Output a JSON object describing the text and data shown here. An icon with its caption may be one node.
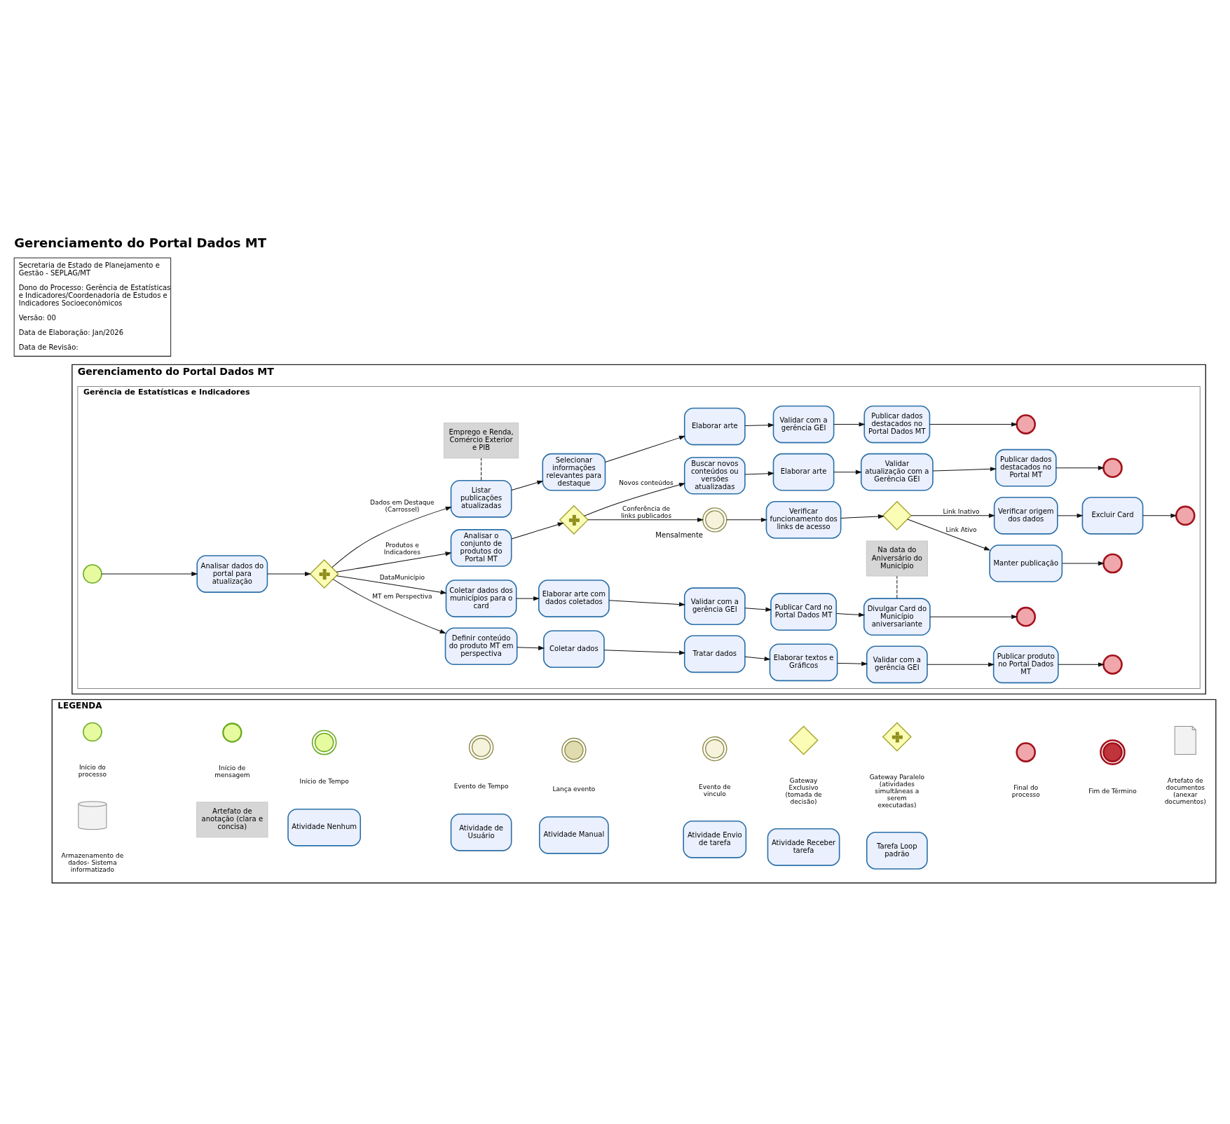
{
  "diagram": {
    "title": "Gerenciamento do Portal Dados MT",
    "nodes": [
      {
        "text": [
          "Gerenciamento do Portal Dados MT"
        ]
      },
      {
        "text": [
          "Gerência de Estatísticas e Indicadores"
        ],
        "in": 0
      },
      {
        "text": [],
        "shape": "circle",
        "in": 1
      },
      {
        "text": [
          "Analisar dados do portal para atualização"
        ],
        "in": 1
      },
      {
        "text": [],
        "shape": "diamond",
        "in": 1
      },
      {
        "text": [
          "Emprego e Renda, Comércio Exterior e PIB"
        ],
        "in": 1
      },
      {
        "text": [
          "Listar publicações atualizadas"
        ],
        "in": 1
      },
      {
        "text": [
          "Selecionar informações relevantes para destaque"
        ],
        "in": 1
      },
      {
        "text": [
          "Elaborar arte"
        ],
        "in": 1
      },
      {
        "text": [
          "Validar com a gerência GEI"
        ],
        "in": 1
      },
      {
        "text": [
          "Publicar dados destacados no Portal Dados MT"
        ],
        "in": 1
      },
      {
        "text": [],
        "shape": "circle",
        "in": 1
      },
      {
        "text": [
          "Analisar o conjunto de produtos do Portal MT"
        ],
        "in": 1
      },
      {
        "text": [],
        "shape": "diamond",
        "in": 1
      },
      {
        "text": [
          "Buscar novos conteúdos ou versões atualizadas"
        ],
        "in": 1
      },
      {
        "text": [
          "Elaborar arte"
        ],
        "in": 1
      },
      {
        "text": [
          "Validar atualização com a Gerência GEI"
        ],
        "in": 1
      },
      {
        "text": [
          "Publicar dados destacados no Portal MT"
        ],
        "in": 1
      },
      {
        "text": [],
        "shape": "circle",
        "in": 1
      },
      {
        "text": [],
        "shape": "circle",
        "beside": [
          "Mensalmente"
        ],
        "in": 1
      },
      {
        "text": [
          "Verificar funcionamento dos links de acesso"
        ],
        "in": 1
      },
      {
        "text": [],
        "shape": "diamond",
        "in": 1
      },
      {
        "text": [
          "Verificar origem dos dados"
        ],
        "in": 1
      },
      {
        "text": [
          "Excluir Card"
        ],
        "in": 1
      },
      {
        "text": [],
        "shape": "circle",
        "in": 1
      },
      {
        "text": [
          "Manter publicação"
        ],
        "in": 1
      },
      {
        "text": [],
        "shape": "circle",
        "in": 1
      },
      {
        "text": [
          "Coletar dados dos municípios para o card"
        ],
        "in": 1
      },
      {
        "text": [
          "Elaborar arte com dados coletados"
        ],
        "in": 1
      },
      {
        "text": [
          "Validar com a gerência GEI"
        ],
        "in": 1
      },
      {
        "text": [
          "Publicar Card no Portal Dados MT"
        ],
        "in": 1
      },
      {
        "text": [
          "Na data do Aniversário do Município"
        ],
        "in": 1
      },
      {
        "text": [
          "Divulgar Card do Município aniversariante"
        ],
        "in": 1
      },
      {
        "text": [],
        "shape": "circle",
        "in": 1
      },
      {
        "text": [
          "Definir conteúdo do produto MT em perspectiva"
        ],
        "in": 1
      },
      {
        "text": [
          "Coletar dados"
        ],
        "in": 1
      },
      {
        "text": [
          "Tratar dados"
        ],
        "in": 1
      },
      {
        "text": [
          "Elaborar textos e Gráficos"
        ],
        "in": 1
      },
      {
        "text": [
          "Validar com a gerência GEI"
        ],
        "in": 1
      },
      {
        "text": [
          "Publicar produto no Portal Dados MT"
        ],
        "in": 1
      },
      {
        "text": [],
        "shape": "circle",
        "in": 1
      },
      {
        "text": [
          "LEGENDA"
        ]
      },
      {
        "text": [],
        "shape": "circle",
        "in": 41
      },
      {
        "text": [],
        "shape": "circle",
        "in": 41
      },
      {
        "text": [],
        "shape": "circle",
        "in": 41
      },
      {
        "text": [],
        "shape": "circle",
        "in": 41
      },
      {
        "text": [],
        "shape": "circle",
        "in": 41
      },
      {
        "text": [],
        "shape": "circle",
        "in": 41
      },
      {
        "text": [],
        "shape": "diamond",
        "in": 41
      },
      {
        "text": [],
        "shape": "diamond",
        "in": 41
      },
      {
        "text": [],
        "shape": "circle",
        "in": 41
      },
      {
        "text": [],
        "shape": "circle",
        "in": 41
      },
      {
        "text": [],
        "shape": "document",
        "in": 41
      },
      {
        "text": [],
        "shape": "cylinder",
        "in": 41
      },
      {
        "text": [
          "Artefato de anotação (clara e concisa)"
        ],
        "in": 41
      },
      {
        "text": [
          "Atividade Nenhum"
        ],
        "in": 41
      },
      {
        "text": [
          "Atividade de Usuário"
        ],
        "in": 41
      },
      {
        "text": [
          "Atividade Manual"
        ],
        "in": 41
      },
      {
        "text": [
          "Atividade Envio de tarefa"
        ],
        "in": 41
      },
      {
        "text": [
          "Atividade Receber tarefa"
        ],
        "in": 41
      },
      {
        "text": [
          "Tarefa Loop padrão"
        ],
        "in": 41
      }
    ],
    "edges": [
      {
        "from": 2,
        "to": 3,
        "arrow": "to"
      },
      {
        "from": 3,
        "to": 4,
        "arrow": "to"
      },
      {
        "from": 4,
        "to": 6,
        "arrow": "to",
        "label": "Dados em Destaque (Carrossel)"
      },
      {
        "from": 4,
        "to": 12,
        "arrow": "to",
        "label": "Produtos e Indicadores"
      },
      {
        "from": 4,
        "to": 27,
        "arrow": "to",
        "label": "DataMunicípio"
      },
      {
        "from": 4,
        "to": 34,
        "arrow": "to",
        "label": "MT em Perspectiva"
      },
      {
        "from": 6,
        "to": 5,
        "arrow": "none",
        "style": "dashed"
      },
      {
        "from": 6,
        "to": 7,
        "arrow": "to"
      },
      {
        "from": 7,
        "to": 8,
        "arrow": "to"
      },
      {
        "from": 8,
        "to": 9,
        "arrow": "to"
      },
      {
        "from": 9,
        "to": 10,
        "arrow": "to"
      },
      {
        "from": 10,
        "to": 11,
        "arrow": "to"
      },
      {
        "from": 12,
        "to": 13,
        "arrow": "to"
      },
      {
        "from": 13,
        "to": 14,
        "arrow": "to",
        "label": "Novos conteúdos"
      },
      {
        "from": 13,
        "to": 19,
        "arrow": "to",
        "label": "Conferência de links publicados"
      },
      {
        "from": 14,
        "to": 15,
        "arrow": "to"
      },
      {
        "from": 15,
        "to": 16,
        "arrow": "to"
      },
      {
        "from": 16,
        "to": 17,
        "arrow": "to"
      },
      {
        "from": 17,
        "to": 18,
        "arrow": "to"
      },
      {
        "from": 19,
        "to": 20,
        "arrow": "to"
      },
      {
        "from": 20,
        "to": 21,
        "arrow": "to"
      },
      {
        "from": 21,
        "to": 22,
        "arrow": "to",
        "label": "Link Inativo"
      },
      {
        "from": 21,
        "to": 25,
        "arrow": "to",
        "label": "Link Ativo"
      },
      {
        "from": 22,
        "to": 23,
        "arrow": "to"
      },
      {
        "from": 23,
        "to": 24,
        "arrow": "to"
      },
      {
        "from": 25,
        "to": 26,
        "arrow": "to"
      },
      {
        "from": 27,
        "to": 28,
        "arrow": "to"
      },
      {
        "from": 28,
        "to": 29,
        "arrow": "to"
      },
      {
        "from": 29,
        "to": 30,
        "arrow": "to"
      },
      {
        "from": 30,
        "to": 32,
        "arrow": "to"
      },
      {
        "from": 32,
        "to": 31,
        "arrow": "none",
        "style": "dashed"
      },
      {
        "from": 32,
        "to": 33,
        "arrow": "to"
      },
      {
        "from": 34,
        "to": 35,
        "arrow": "to"
      },
      {
        "from": 35,
        "to": 36,
        "arrow": "to"
      },
      {
        "from": 36,
        "to": 37,
        "arrow": "to"
      },
      {
        "from": 37,
        "to": 38,
        "arrow": "to"
      },
      {
        "from": 38,
        "to": 39,
        "arrow": "to"
      },
      {
        "from": 39,
        "to": 40,
        "arrow": "to"
      }
    ],
    "labels": [
      "Secretaria de Estado de Planejamento e Gestão - SEPLAG/MT",
      "Dono do Processo: Gerência de Estatísticas e Indicadores/Coordenadoria de Estudos e Indicadores Socioeconômicos",
      "Versão: 00",
      "Data de Elaboração: Jan/2026",
      "Data de Revisão:"
    ],
    "legend": [
      {
        "text": "Início do processo"
      },
      {
        "text": "Início de mensagem"
      },
      {
        "text": "Início de Tempo"
      },
      {
        "text": "Evento de Tempo"
      },
      {
        "text": "Lança evento"
      },
      {
        "text": "Evento de vinculo"
      },
      {
        "text": "Gateway Exclusivo (tomada de decisão)"
      },
      {
        "text": "Gateway Paralelo (atividades simultâneas a serem executadas)"
      },
      {
        "text": "Final do processo"
      },
      {
        "text": "Fim de Término"
      },
      {
        "text": "Artefato de documentos (anexar documentos)"
      },
      {
        "text": "Armazenamento de dados- Sistema informatizado"
      }
    ]
  }
}
